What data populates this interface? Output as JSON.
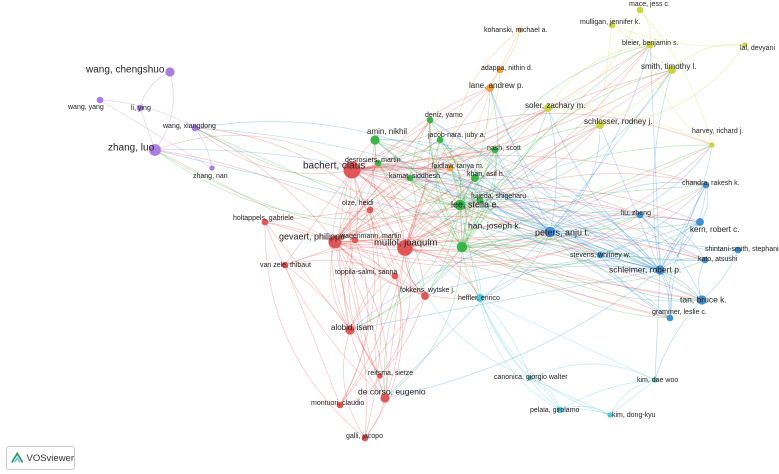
{
  "app": {
    "logo_label": "VOSviewer",
    "logo_icon": "vosviewer-logo-icon"
  },
  "colors": {
    "red": "#e15757",
    "green": "#3ab54a",
    "blue": "#3d8fd6",
    "yellow": "#c9d63a",
    "purple": "#a97ee0",
    "cyan": "#4fc9d8",
    "orange": "#f0a040"
  },
  "network": {
    "nodes": [
      {
        "id": "bachert",
        "label": "bachert, claus",
        "cluster": "red",
        "weight": 10,
        "big": true
      },
      {
        "id": "gevaert",
        "label": "gevaert, philippe",
        "cluster": "red",
        "weight": 7,
        "big": true
      },
      {
        "id": "mullol",
        "label": "mullol, joaquim",
        "cluster": "red",
        "weight": 9,
        "big": true
      },
      {
        "id": "olze",
        "label": "olze, heidi",
        "cluster": "red",
        "weight": 2
      },
      {
        "id": "wagenmann",
        "label": "wagenmann, martin",
        "cluster": "red",
        "weight": 2
      },
      {
        "id": "holtappels",
        "label": "holtappels, gabriele",
        "cluster": "red",
        "weight": 2
      },
      {
        "id": "vanzele",
        "label": "van zele, thibaut",
        "cluster": "red",
        "weight": 2
      },
      {
        "id": "toppila",
        "label": "toppila-salmi, sanna",
        "cluster": "red",
        "weight": 2
      },
      {
        "id": "fokkens",
        "label": "fokkens, wytske j.",
        "cluster": "red",
        "weight": 3
      },
      {
        "id": "alobid",
        "label": "alobid, isam",
        "cluster": "red",
        "weight": 4
      },
      {
        "id": "reitsma",
        "label": "reitsma, sietze",
        "cluster": "red",
        "weight": 1
      },
      {
        "id": "decorso",
        "label": "de corso, eugenio",
        "cluster": "red",
        "weight": 4
      },
      {
        "id": "montuori",
        "label": "montuori, claudio",
        "cluster": "red",
        "weight": 2
      },
      {
        "id": "galli",
        "label": "galli, jacopo",
        "cluster": "red",
        "weight": 2
      },
      {
        "id": "zhangnan",
        "label": "zhang, nan",
        "cluster": "purple",
        "weight": 1
      },
      {
        "id": "amin",
        "label": "amin, nikhil",
        "cluster": "green",
        "weight": 4
      },
      {
        "id": "deniz",
        "label": "deniz, yamo",
        "cluster": "green",
        "weight": 2
      },
      {
        "id": "desrosiers",
        "label": "desrosiers, martin",
        "cluster": "green",
        "weight": 2
      },
      {
        "id": "jacob",
        "label": "jacob-nara, juby a.",
        "cluster": "green",
        "weight": 2
      },
      {
        "id": "nash",
        "label": "nash, scott",
        "cluster": "green",
        "weight": 2
      },
      {
        "id": "kamat",
        "label": "kamat, siddhesh",
        "cluster": "green",
        "weight": 2
      },
      {
        "id": "khan",
        "label": "khan, asif h.",
        "cluster": "green",
        "weight": 3
      },
      {
        "id": "lee",
        "label": "lee, stella e.",
        "cluster": "green",
        "weight": 5,
        "big": true
      },
      {
        "id": "fujieda",
        "label": "fujieda, shigeharu",
        "cluster": "green",
        "weight": 2
      },
      {
        "id": "han",
        "label": "han, joseph k.",
        "cluster": "green",
        "weight": 5,
        "big": true
      },
      {
        "id": "laidlaw",
        "label": "laidlaw, tanya m.",
        "cluster": "orange",
        "weight": 2
      },
      {
        "id": "lane",
        "label": "lane, andrew p.",
        "cluster": "orange",
        "weight": 3
      },
      {
        "id": "adappa",
        "label": "adappa, nithin d.",
        "cluster": "orange",
        "weight": 2
      },
      {
        "id": "kohanski",
        "label": "kohanski, michael a.",
        "cluster": "orange",
        "weight": 1
      },
      {
        "id": "soler",
        "label": "soler, zachary m.",
        "cluster": "yellow",
        "weight": 3
      },
      {
        "id": "schlosser",
        "label": "schlosser, rodney j.",
        "cluster": "yellow",
        "weight": 3
      },
      {
        "id": "mace",
        "label": "mace, jess c.",
        "cluster": "yellow",
        "weight": 2
      },
      {
        "id": "mulligan",
        "label": "mulligan, jennifer k.",
        "cluster": "yellow",
        "weight": 2
      },
      {
        "id": "bleier",
        "label": "bleier, benjamin s.",
        "cluster": "yellow",
        "weight": 2
      },
      {
        "id": "smith",
        "label": "smith, timothy l.",
        "cluster": "yellow",
        "weight": 3
      },
      {
        "id": "harvey",
        "label": "harvey, richard j.",
        "cluster": "yellow",
        "weight": 1
      },
      {
        "id": "lal",
        "label": "lal, devyani",
        "cluster": "yellow",
        "weight": 1
      },
      {
        "id": "wangcs",
        "label": "wang, chengshuo",
        "cluster": "purple",
        "weight": 4,
        "big": true
      },
      {
        "id": "wangyang",
        "label": "wang, yang",
        "cluster": "purple",
        "weight": 2
      },
      {
        "id": "liying",
        "label": "li, ying",
        "cluster": "purple",
        "weight": 2
      },
      {
        "id": "wangxd",
        "label": "wang, xiangdong",
        "cluster": "purple",
        "weight": 2
      },
      {
        "id": "zhangluo",
        "label": "zhang, luo",
        "cluster": "purple",
        "weight": 6,
        "big": true
      },
      {
        "id": "peters",
        "label": "peters, anju t.",
        "cluster": "blue",
        "weight": 5,
        "big": true
      },
      {
        "id": "chandra",
        "label": "chandra, rakesh k.",
        "cluster": "blue",
        "weight": 2
      },
      {
        "id": "liu",
        "label": "liu, zheng",
        "cluster": "blue",
        "weight": 2
      },
      {
        "id": "kern",
        "label": "kern, robert c.",
        "cluster": "blue",
        "weight": 3
      },
      {
        "id": "shintani",
        "label": "shintani-smith, stephanie",
        "cluster": "blue",
        "weight": 2
      },
      {
        "id": "stevens",
        "label": "stevens, whitney w.",
        "cluster": "blue",
        "weight": 2
      },
      {
        "id": "kato",
        "label": "kato, atsushi",
        "cluster": "blue",
        "weight": 2
      },
      {
        "id": "schleimer",
        "label": "schleimer, robert p.",
        "cluster": "blue",
        "weight": 4,
        "big": true
      },
      {
        "id": "tan",
        "label": "tan, bruce k.",
        "cluster": "blue",
        "weight": 4,
        "big": true
      },
      {
        "id": "grammer",
        "label": "grammer, leslie c.",
        "cluster": "blue",
        "weight": 2
      },
      {
        "id": "heffler",
        "label": "heffler, enrico",
        "cluster": "cyan",
        "weight": 3
      },
      {
        "id": "canonica",
        "label": "canonica, giorgio walter",
        "cluster": "cyan",
        "weight": 1
      },
      {
        "id": "kimdw",
        "label": "kim, dae woo",
        "cluster": "cyan",
        "weight": 1
      },
      {
        "id": "pelaia",
        "label": "pelaia, girolamo",
        "cluster": "cyan",
        "weight": 2
      },
      {
        "id": "kimdk",
        "label": "kim, dong-kyu",
        "cluster": "cyan",
        "weight": 1
      }
    ]
  }
}
